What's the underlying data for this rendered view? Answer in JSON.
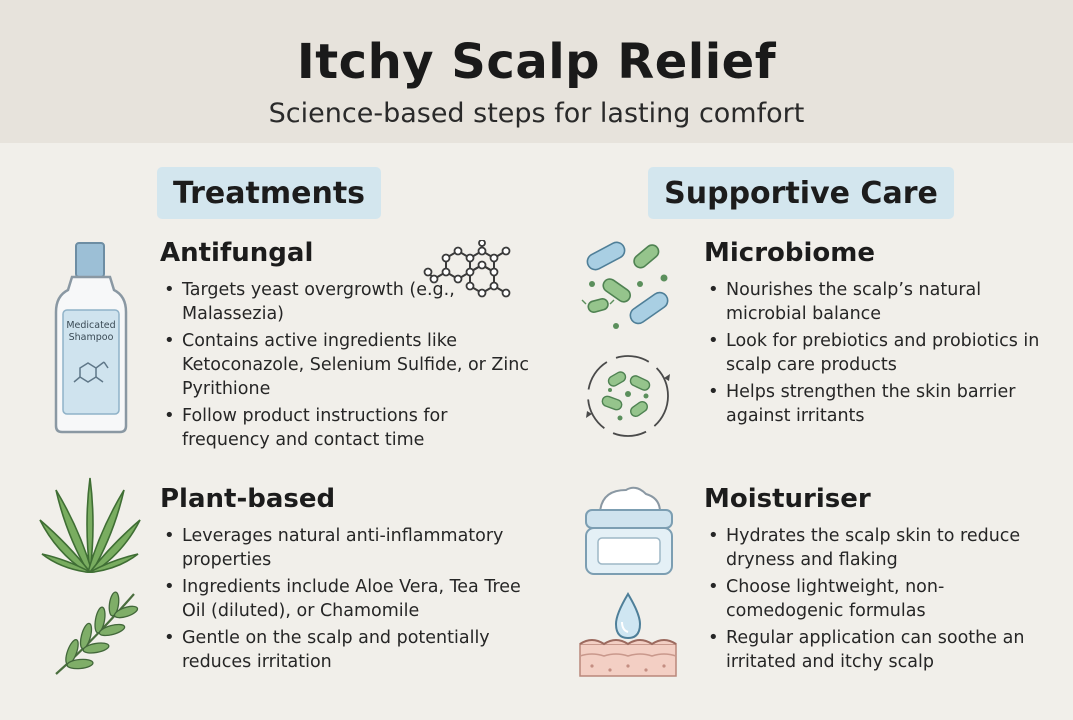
{
  "header": {
    "title": "Itchy Scalp Relief",
    "subtitle": "Science-based steps for lasting comfort"
  },
  "columns": {
    "left": "Treatments",
    "right": "Supportive Care"
  },
  "sections": {
    "antifungal": {
      "heading": "Antifungal",
      "bullets": [
        "Targets yeast overgrowth (e.g., Malassezia)",
        "Contains active ingredients like Ketoconazole, Selenium Sulfide, or Zinc Pyrithione",
        "Follow product instructions for frequency and contact time"
      ]
    },
    "plant": {
      "heading": "Plant-based",
      "bullets": [
        "Leverages natural anti-inflammatory properties",
        "Ingredients include Aloe Vera, Tea Tree Oil (diluted), or Chamomile",
        "Gentle on the scalp and potentially reduces irritation"
      ]
    },
    "microbiome": {
      "heading": "Microbiome",
      "bullets": [
        "Nourishes the scalp’s natural microbial balance",
        "Look for prebiotics and probiotics in scalp care products",
        "Helps strengthen the skin barrier against irritants"
      ]
    },
    "moisturiser": {
      "heading": "Moisturiser",
      "bullets": [
        "Hydrates the scalp skin to reduce dryness and flaking",
        "Choose lightweight, non-comedogenic formulas",
        "Regular application can soothe an irritated and itchy scalp"
      ]
    }
  },
  "bottle_label": "Medicated Shampoo",
  "icons": {
    "bottle": "shampoo-bottle-icon",
    "molecule": "molecule-icon",
    "aloe": "aloe-vera-icon",
    "herb": "herb-branch-icon",
    "bacteria": "bacteria-icon",
    "cycle": "microbe-cycle-icon",
    "jar": "cream-jar-icon",
    "skin": "skin-droplet-icon"
  },
  "colors": {
    "header_bg": "#e7e3dc",
    "page_bg": "#f1efea",
    "pill_bg": "#d3e6ee",
    "bottle_blue": "#cfe3ee",
    "plant_green": "#6ea25a",
    "microbe_green": "#8fbf84",
    "microbe_blue": "#9cc3dc"
  }
}
